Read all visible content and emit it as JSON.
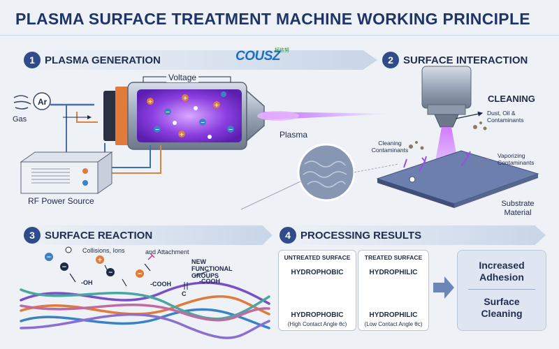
{
  "title": "PLASMA SURFACE TREATMENT MACHINE WORKING PRINCIPLE",
  "logo": {
    "text": "COUSZ",
    "subtext": "柯依努"
  },
  "sections": {
    "s1": {
      "number": "1",
      "title": "PLASMA GENERATION"
    },
    "s2": {
      "number": "2",
      "title": "SURFACE INTERACTION"
    },
    "s3": {
      "number": "3",
      "title": "SURFACE REACTION"
    },
    "s4": {
      "number": "4",
      "title": "PROCESSING RESULTS"
    }
  },
  "generation": {
    "gas_symbol": "Ar",
    "gas_label": "Gas",
    "voltage_label": "Voltage",
    "plasma_label": "Plasma",
    "power_label": "RF Power Source"
  },
  "interaction": {
    "cleaning_title": "CLEANING",
    "dust_label": "Dust, Oil & Contaminants",
    "cleaning_contaminants": "Cleaning Contaminants",
    "vaporizing_label": "Vaporizing Contaminants",
    "substrate_label": "Substrate Material"
  },
  "reaction": {
    "collisions_label": "Collisions, Ions",
    "attachment_label": "and Attachment",
    "new_groups_label": "NEW FUNCTIONAL GROUPS",
    "oh_label": "-OH",
    "cooh_label1": "-COOH",
    "cooh_label2": "-COOH",
    "carbon_label": "C"
  },
  "results": {
    "untreated": {
      "header": "UNTREATED SURFACE",
      "top_label": "HYDROPHOBIC",
      "bottom_label": "HYDROPHOBIC",
      "angle_label": "(High Contact Angle θc)"
    },
    "treated": {
      "header": "TREATED SURFACE",
      "top_label": "HYDROPHILIC",
      "bottom_label": "HYDROPHILIC",
      "angle_label": "(Low Contact Angle θc)"
    },
    "outcome1": "Increased Adhesion",
    "outcome2": "Surface Cleaning"
  },
  "colors": {
    "navy": "#1f3569",
    "plasma": "#a855f7",
    "orange": "#e07b39",
    "droplet": "#4aa6e8"
  }
}
